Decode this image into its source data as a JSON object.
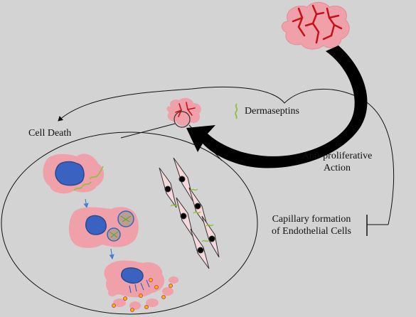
{
  "labels": {
    "dermaseptins": "Dermaseptins",
    "cell_death": "Cell Death",
    "anti_proliferative_line1": "Anti-proliferative",
    "anti_proliferative_line2": "Action",
    "capillary_line1": "Capillary formation",
    "capillary_line2": "of Endothelial Cells"
  },
  "colors": {
    "background": "#d3d3d3",
    "tumor_pink": "#f0a0a8",
    "vessel_red": "#c8101a",
    "nucleus_blue": "#3a62c0",
    "peptide_green": "#8cbf3a",
    "endothelial_fill": "#f4d8da",
    "arrow_black": "#000000"
  }
}
